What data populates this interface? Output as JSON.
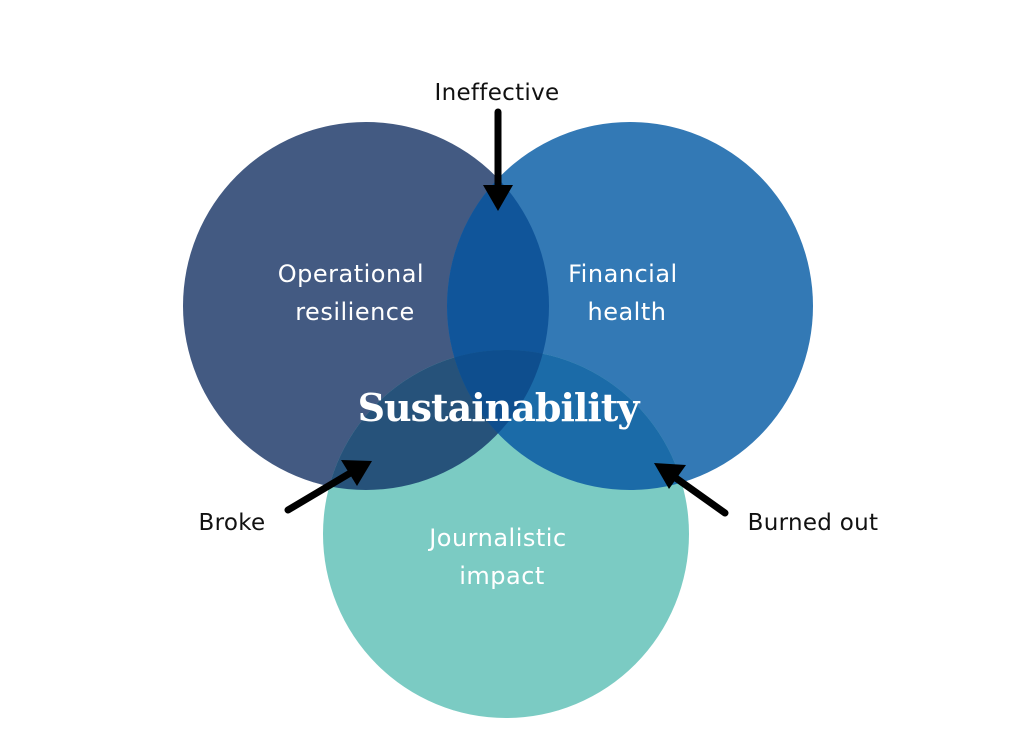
{
  "diagram": {
    "type": "venn",
    "center_label": "Sustainability",
    "sets": [
      {
        "id": "operational",
        "lines": [
          "Operational",
          "resilience"
        ],
        "color": "#435A82"
      },
      {
        "id": "financial",
        "lines": [
          "Financial",
          "health"
        ],
        "color": "#3379B5"
      },
      {
        "id": "journalistic",
        "lines": [
          "Journalistic",
          "impact"
        ],
        "color": "#7BCBC3"
      }
    ],
    "intersections": [
      {
        "sets": [
          "operational",
          "financial"
        ],
        "color": "#10559A"
      },
      {
        "sets": [
          "operational",
          "journalistic"
        ],
        "color": "#26527A"
      },
      {
        "sets": [
          "financial",
          "journalistic"
        ],
        "color": "#1B6BA8"
      },
      {
        "sets": [
          "operational",
          "financial",
          "journalistic"
        ],
        "color": "#0E4E8E"
      }
    ],
    "callouts": [
      {
        "id": "ineffective",
        "label": "Ineffective",
        "points_to": [
          "operational",
          "financial"
        ]
      },
      {
        "id": "broke",
        "label": "Broke",
        "points_to": [
          "operational",
          "journalistic"
        ]
      },
      {
        "id": "burned_out",
        "label": "Burned out",
        "points_to": [
          "financial",
          "journalistic"
        ]
      }
    ],
    "arrow_color": "#000000"
  }
}
